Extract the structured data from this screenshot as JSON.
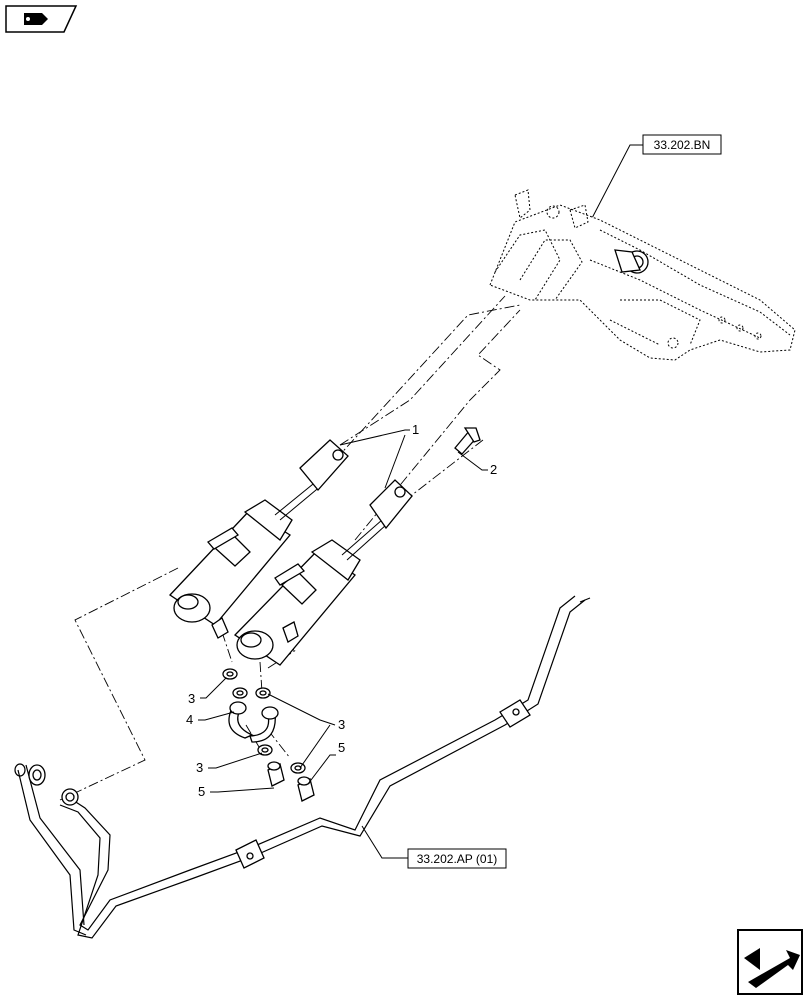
{
  "references": {
    "top": "33.202.BN",
    "bottom": "33.202.AP (01)"
  },
  "callouts": {
    "item_1": "1",
    "item_2": "2",
    "item_3a": "3",
    "item_4": "4",
    "item_3b": "3",
    "item_3c": "3",
    "item_5a": "5",
    "item_5b": "5"
  },
  "icons": {
    "top_left": "book-tag-icon",
    "bottom_right": "arrow-left-icon"
  }
}
